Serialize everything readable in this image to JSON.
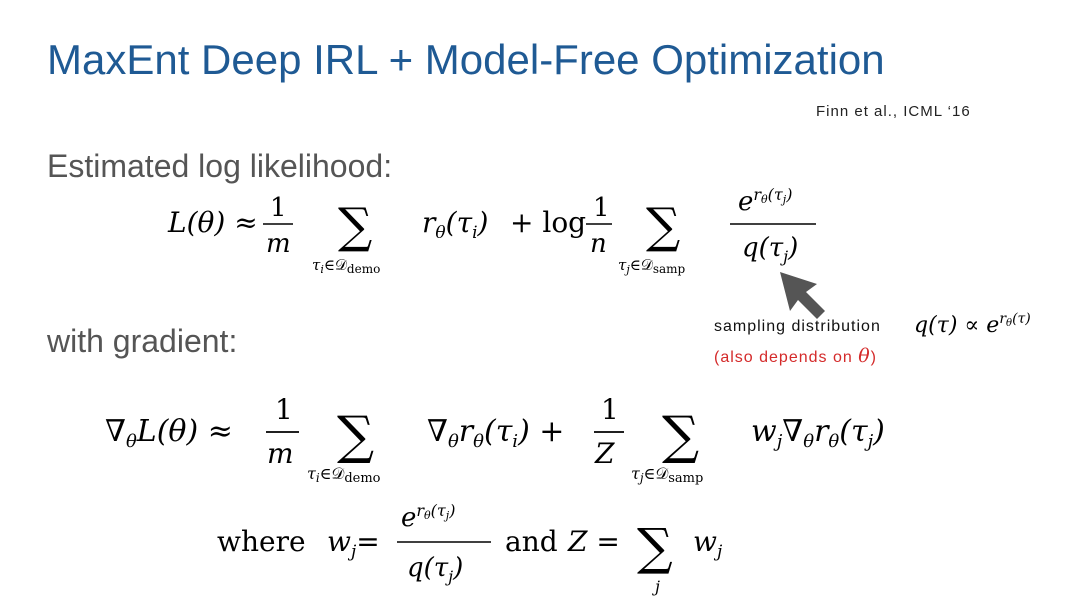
{
  "slide": {
    "title": "MaxEnt Deep IRL + Model-Free Optimization",
    "citation": "Finn et al., ICML ‘16",
    "estimated_label": "Estimated log likelihood:",
    "gradient_label": "with gradient:"
  },
  "annotation": {
    "sampling_text": "sampling distribution",
    "depends_text": "(also depends on ",
    "depends_close": ")",
    "arrow_color": "#555555",
    "red_color": "#d42a2a"
  },
  "equations": {
    "likelihood": {
      "lhs": "L(θ) ≈",
      "one": "1",
      "m": "m",
      "sum": "∑",
      "sub_demo": "τ",
      "sub_demo_i": "i",
      "sub_demo_set": "∈𝒟",
      "sub_demo_name": "demo",
      "term1": "r",
      "term1_sub": "θ",
      "term1_arg": "(τ",
      "term1_arg_sub": "i",
      "term1_close": ")",
      "plus_log": "+ log",
      "n": "n",
      "sub_samp": "τ",
      "sub_samp_j": "j",
      "sub_samp_set": "∈𝒟",
      "sub_samp_name": "samp",
      "exp_num": "e",
      "exp_sup": "r",
      "exp_sup_sub": "θ",
      "exp_sup_arg": "(τ",
      "exp_sup_arg_sub": "j",
      "exp_sup_close": ")",
      "den": "q(τ",
      "den_sub": "j",
      "den_close": ")"
    },
    "q_dist": {
      "q": "q(τ) ∝ e",
      "sup": "r",
      "sup_sub": "θ",
      "sup_arg": "(τ)"
    },
    "theta": "θ",
    "gradient": {
      "nabla": "∇",
      "nabla_sub": "θ",
      "lhs": "L(θ) ≈",
      "one": "1",
      "m": "m",
      "term1_nabla": "∇",
      "term1_r": "r",
      "term1_arg": "(τ",
      "term1_arg_sub": "i",
      "term1_close": ") +",
      "Z": "Z",
      "w": "w",
      "w_sub": "j",
      "term2_r": "r",
      "term2_arg": "(τ",
      "term2_arg_sub": "j",
      "term2_close": ")"
    },
    "where": {
      "where": "where",
      "w": "w",
      "w_sub": "j",
      "eq": "=",
      "and": "and",
      "Z_eq": "Z =",
      "sum_sub": "j"
    }
  }
}
